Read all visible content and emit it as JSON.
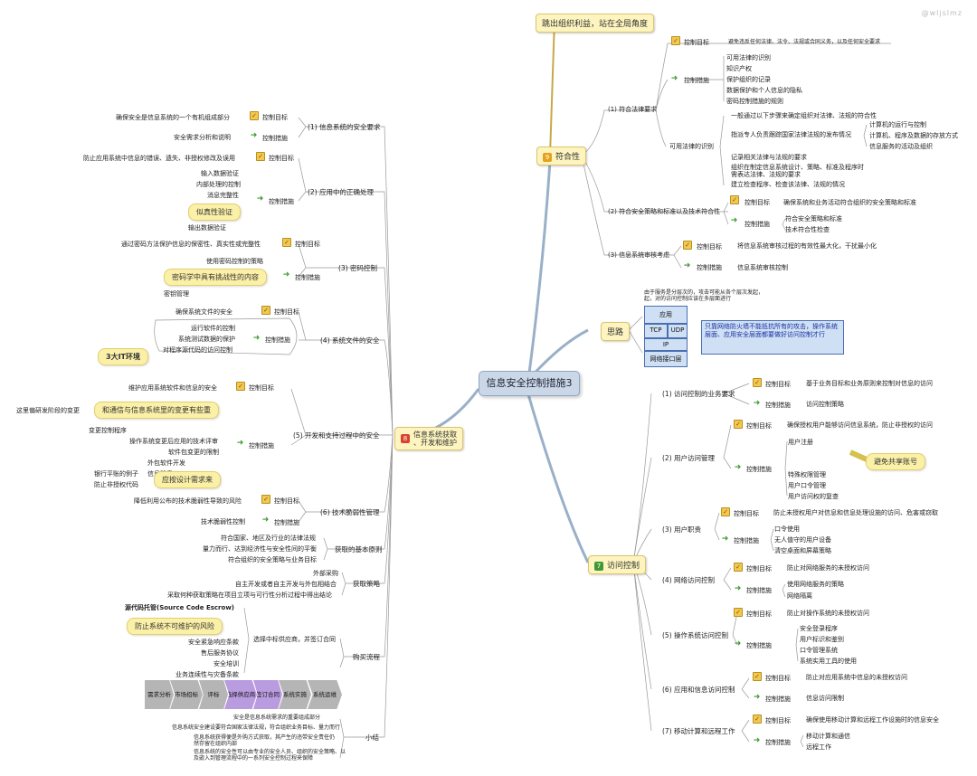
{
  "watermark": "@wljslmz",
  "center": "信息安全控制措施3",
  "top_note": "跳出组织利益，站在全局角度",
  "right": {
    "compliance": {
      "num": "9",
      "title": "符合性",
      "legal": {
        "label": "(1) 符合法律要求",
        "goal_label": "控制目标",
        "goal_text": "避免违反任何法律、法令、法规或合同义务，以及任何安全要求",
        "measure_label": "控制措施",
        "measures": [
          "可用法律的识别",
          "知识产权",
          "保护组织的记录",
          "数据保护和个人信息的隐私",
          "密码控制措施的规则"
        ],
        "ident_label": "可用法律的识别",
        "ident_items": [
          "一般通过以下步骤来确定组织对法律、法规的符合性",
          "指派专人负责跟踪国家法律法规的发布情况",
          "记录相关法律与法规的要求",
          "组织在制定信息系统设计、策略、标准及程序时",
          "需表达法律、法规的要求",
          "建立检查程序、检查该法律、法规的情况"
        ],
        "ident_sub": [
          "计算机的运行与控制",
          "计算机、程序及数据的存放方式",
          "信息服务的活动及组织"
        ]
      },
      "policy": {
        "label": "(2) 符合安全策略和标准以及技术符合性",
        "goal_label": "控制目标",
        "goal_text": "确保系统和业务活动符合组织的安全策略和标准",
        "measure_label": "控制措施",
        "measures": [
          "符合安全策略和标准",
          "技术符合性检查"
        ]
      },
      "audit": {
        "label": "(3) 信息系统审核考虑",
        "goal_label": "控制目标",
        "goal_text": "将信息系统审核过程的有效性最大化，干扰最小化",
        "measure_label": "控制措施",
        "measure_text": "信息系统审核控制"
      }
    },
    "thinking": {
      "title": "思路",
      "note": [
        "由于服务是分层次的，攻击可能从各个层次发起，",
        "起，对的访问控制应该在多层面进行"
      ],
      "layers": [
        "应用",
        "TCP",
        "UDP",
        "IP",
        "网络接口层"
      ],
      "callout": "只靠网络防火墙不能抵抗所有的攻击，操作系统层面、应用安全层面都要做好访问控制才行"
    },
    "access": {
      "num": "7",
      "title": "访问控制",
      "sections": [
        {
          "label": "(1) 访问控制的业务要求",
          "goal": "控制目标",
          "goal_text": "基于业务目标和业务原则来控制对信息的访问",
          "measure": "控制措施",
          "items": [
            "访问控制策略"
          ]
        },
        {
          "label": "(2) 用户访问管理",
          "goal": "控制目标",
          "goal_text": "确保授权用户能够访问信息系统，防止非授权的访问",
          "measure": "控制措施",
          "items": [
            "用户注册",
            "特殊权限管理",
            "用户口令管理",
            "用户访问权的复查"
          ]
        },
        {
          "label": "(3) 用户职责",
          "goal": "控制目标",
          "goal_text": "防止未授权用户对信息和信息处理设施的访问、危害或窃取",
          "measure": "控制措施",
          "items": [
            "口令使用",
            "无人值守的用户设备",
            "清空桌面和屏幕策略"
          ]
        },
        {
          "label": "(4) 网络访问控制",
          "goal": "控制目标",
          "goal_text": "防止对网络服务的未授权访问",
          "measure": "控制措施",
          "items": [
            "使用网络服务的策略",
            "网络隔离"
          ]
        },
        {
          "label": "(5) 操作系统访问控制",
          "goal": "控制目标",
          "goal_text": "防止对操作系统的未授权访问",
          "measure": "控制措施",
          "items": [
            "安全登录程序",
            "用户标识和鉴别",
            "口令管理系统",
            "系统实用工具的使用"
          ]
        },
        {
          "label": "(6) 应用和信息访问控制",
          "goal": "控制目标",
          "goal_text": "防止对应用系统中信息的未授权访问",
          "measure": "控制措施",
          "items": [
            "信息访问限制"
          ]
        },
        {
          "label": "(7) 移动计算和远程工作",
          "goal": "控制目标",
          "goal_text": "确保使用移动计算和远程工作设施时的信息安全",
          "measure": "控制措施",
          "items": [
            "移动计算和通信",
            "远程工作"
          ]
        }
      ],
      "shared_account": "避免共享账号"
    }
  },
  "left": {
    "num": "8",
    "title": [
      "信息系统获取",
      "、开发和维护"
    ],
    "req": {
      "label": "(1) 信息系统的安全要求",
      "goal_text": "确保安全是信息系统的一个有机组成部分",
      "goal": "控制目标",
      "measure_text": "安全需求分析和说明",
      "measure": "控制措施"
    },
    "correct": {
      "label": "(2) 应用中的正确处理",
      "goal_text": "防止应用系统中信息的错误、遗失、非授权修改及误用",
      "goal": "控制目标",
      "measure": "控制措施",
      "items": [
        "输入数据验证",
        "内部处理的控制",
        "消息完整性",
        "输出数据验证"
      ],
      "note": "似真性验证"
    },
    "crypto": {
      "label": "(3) 密码控制",
      "goal_text": "通过密码方法保护信息的保密性、真实性或完整性",
      "goal": "控制目标",
      "measure": "控制措施",
      "items": [
        "使用密码控制的策略",
        "密钥管理"
      ],
      "note": "密码学中具有挑战性的内容"
    },
    "files": {
      "label": "(4) 系统文件的安全",
      "goal_text": "确保系统文件的安全",
      "goal": "控制目标",
      "measure": "控制措施",
      "items": [
        "运行软件的控制",
        "系统测试数据的保护",
        "对程序源代码的访问控制"
      ],
      "note": "3大IT环境"
    },
    "dev": {
      "label": "(5) 开发和支持过程中的安全",
      "goal_text": "维护应用系统软件和信息的安全",
      "goal": "控制目标",
      "measure": "控制措施",
      "note1": "和通信与信息系统里的变更有些重",
      "side": "这里偏研发阶段的变更",
      "items": [
        "变更控制程序",
        "操作系统变更后应用的技术评审",
        "软件包变更的限制",
        "外包软件开发",
        "信息泄露"
      ],
      "note2": "应按设计需求来",
      "leak": [
        "银行平账的例子",
        "防止非授权代码"
      ]
    },
    "vuln": {
      "label": "(6) 技术脆弱性管理",
      "goal_text": "降低利用公布的技术脆弱性导致的风险",
      "goal": "控制目标",
      "measure_text": "技术脆弱性控制",
      "measure": "控制措施"
    },
    "principles": {
      "label": "获取的基本原则",
      "items": [
        "符合国家、地区及行业的法律法规",
        "量力而行、达到经济性与安全性间的平衡",
        "符合组织的安全策略与业务目标"
      ]
    },
    "strategy": {
      "label": "获取策略",
      "items": [
        "外部采购",
        "自主开发或者自主开发与外包相结合",
        "采取何种获取策略在项目立项与可行性分析过程中得出结论"
      ]
    },
    "purchase": {
      "label": "购买流程",
      "select": "选择中标供应商，并签订合同",
      "escrow": "源代码托管(Source Code Escrow)",
      "escrow_note": "防止系统不可维护的风险",
      "items": [
        "安全紧急响应条款",
        "售后服务协议",
        "安全培训",
        "业务连续性与灾备条款"
      ],
      "chevrons": [
        "需求分析",
        "市场招标",
        "评标",
        "选择供应商",
        "签订合同",
        "系统实施",
        "系统运维"
      ]
    },
    "summary": {
      "label": "小结",
      "items": [
        "安全是信息系统需求的重要组成部分",
        "信息系统安全建设要符合国家法律法规，符合组织业务目标、量力而行",
        "信息系统获得便是外购方式获取，其产生的违带安全责任仍然存留在组织内部",
        "信息系统的安全性可以由专业的安全人员、组织的安全策略、以及嵌入到管理流程中的一系列安全控制过程来保障"
      ]
    }
  }
}
